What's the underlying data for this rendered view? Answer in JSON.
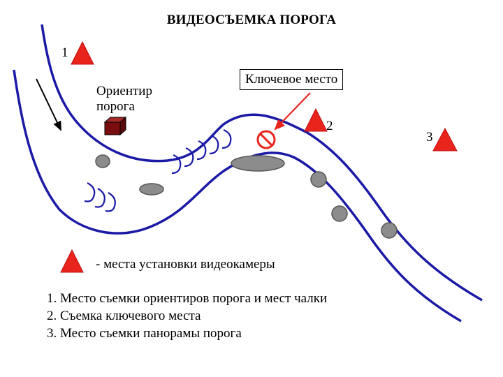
{
  "title": "ВИДЕОСЪЕМКА ПОРОГА",
  "landmark_label": "Ориентир\nпорога",
  "key_place_label": "Ключевое место",
  "camera_points": [
    {
      "number": "1"
    },
    {
      "number": "2"
    },
    {
      "number": "3"
    }
  ],
  "legend": {
    "text": "- места установки видеокамеры"
  },
  "notes": [
    "1. Место съемки ориентиров порога и мест чалки",
    "2. Съемка ключевого места",
    "3. Место съемки панорамы порога"
  ],
  "colors": {
    "river_bank": "#1a1aa6",
    "camera_marker": "#e8241c",
    "rock": "#8c8c8c",
    "landmark": "#7a0e0e",
    "pointer_arrow": "#e8241c",
    "no_entry": "#e8241c"
  },
  "icons": {
    "camera_marker": "red-triangle-icon",
    "landmark": "cube-icon",
    "key_place": "no-entry-icon",
    "flow_direction": "arrow-down-icon"
  }
}
